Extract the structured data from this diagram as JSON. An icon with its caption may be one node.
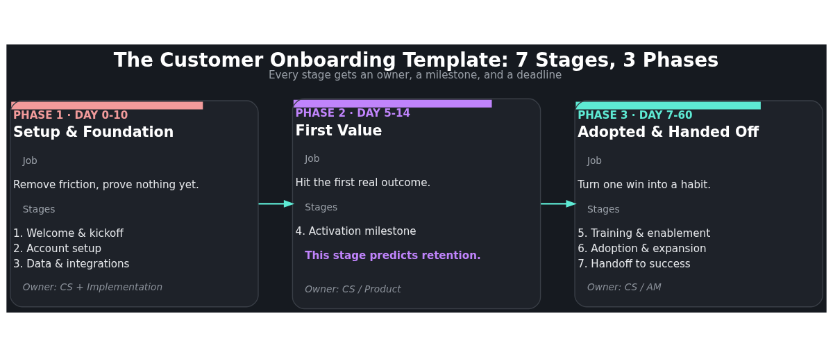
{
  "diagram": {
    "title": "The Customer Onboarding Template: 7 Stages, 3 Phases",
    "caption": "Every stage gets an owner, a milestone, and a deadline",
    "nodes": [
      {
        "text": [
          "PHASE 1 · DAY 0-10",
          "Setup & Foundation",
          "Job",
          "Remove friction, prove nothing yet.",
          "Stages",
          "1. Welcome & kickoff",
          "2. Account setup",
          "3. Data & integrations",
          "Owner: CS + Implementation"
        ]
      },
      {
        "text": [
          "PHASE 2 · DAY 5-14",
          "First Value",
          "Job",
          "Hit the first real outcome.",
          "Stages",
          "4. Activation milestone",
          "This stage predicts retention.",
          "Owner: CS / Product"
        ]
      },
      {
        "text": [
          "PHASE 3 · DAY 7-60",
          "Adopted & Handed Off",
          "Job",
          "Turn one win into a habit.",
          "Stages",
          "5. Training & enablement",
          "6. Adoption & expansion",
          "7. Handoff to success",
          "Owner: CS / AM"
        ]
      }
    ],
    "edges": [
      {
        "from": 0,
        "to": 1,
        "arrow": "to"
      },
      {
        "from": 1,
        "to": 2,
        "arrow": "to"
      }
    ]
  }
}
